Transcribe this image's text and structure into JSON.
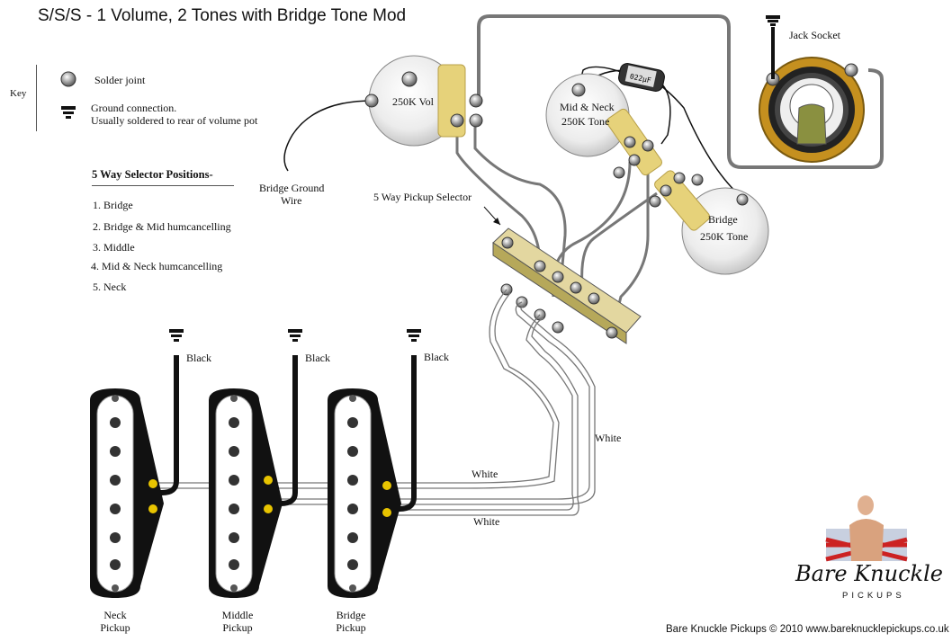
{
  "title": "S/S/S - 1 Volume, 2 Tones with Bridge Tone Mod",
  "key": {
    "label": "Key",
    "solder": "Solder joint",
    "ground_line1": "Ground connection.",
    "ground_line2": "Usually soldered to rear of volume pot"
  },
  "selector": {
    "heading": "5 Way Selector Positions-",
    "positions": [
      "1. Bridge",
      "2. Bridge & Mid humcancelling",
      "3. Middle",
      "4. Mid & Neck humcancelling",
      "5. Neck"
    ]
  },
  "labels": {
    "ground_wire_1": "Bridge Ground",
    "ground_wire_2": "Wire",
    "vol": "250K Vol",
    "midneck_1": "Mid & Neck",
    "midneck_2": "250K Tone",
    "bridge_tone_1": "Bridge",
    "bridge_tone_2": "250K Tone",
    "jack": "Jack Socket",
    "switch": "5 Way Pickup Selector",
    "cap": "022µF",
    "black": "Black",
    "white": "White"
  },
  "pickups": [
    {
      "l1": "Neck",
      "l2": "Pickup"
    },
    {
      "l1": "Middle",
      "l2": "Pickup"
    },
    {
      "l1": "Bridge",
      "l2": "Pickup"
    }
  ],
  "brand": {
    "name": "Bare Knuckle",
    "sub": "PICKUPS"
  },
  "footer": "Bare Knuckle Pickups © 2010   www.bareknucklepickups.co.uk"
}
